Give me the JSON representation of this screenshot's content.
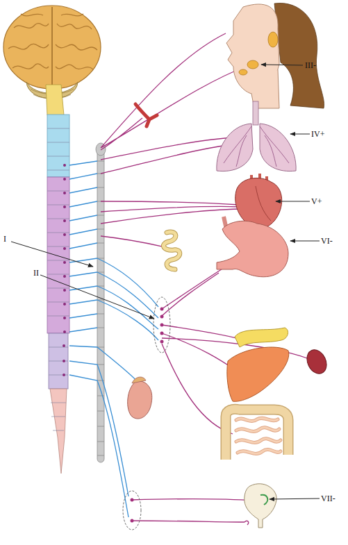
{
  "diagram": {
    "labels": [
      "III-",
      "IV+",
      "V+",
      "I",
      "VI-",
      "II",
      "VII-"
    ]
  }
}
